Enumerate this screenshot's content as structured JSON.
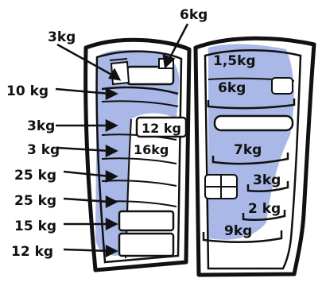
{
  "colors": {
    "ink": "#111111",
    "fill": "#a9b8e6",
    "background": "#ffffff"
  },
  "labels": {
    "left": [
      {
        "text": "3kg"
      },
      {
        "text": "10 kg"
      },
      {
        "text": "3kg"
      },
      {
        "text": "3 kg"
      },
      {
        "text": "25 kg"
      },
      {
        "text": "25 kg"
      },
      {
        "text": "15 kg"
      },
      {
        "text": "12 kg"
      }
    ],
    "top": {
      "text": "6kg"
    },
    "inside_left": [
      {
        "text": "12 kg"
      },
      {
        "text": "16kg"
      }
    ],
    "right_door": [
      {
        "text": "1,5kg"
      },
      {
        "text": "6kg"
      },
      {
        "text": "7kg"
      },
      {
        "text": "3kg"
      },
      {
        "text": "2 kg"
      },
      {
        "text": "9kg"
      }
    ]
  }
}
